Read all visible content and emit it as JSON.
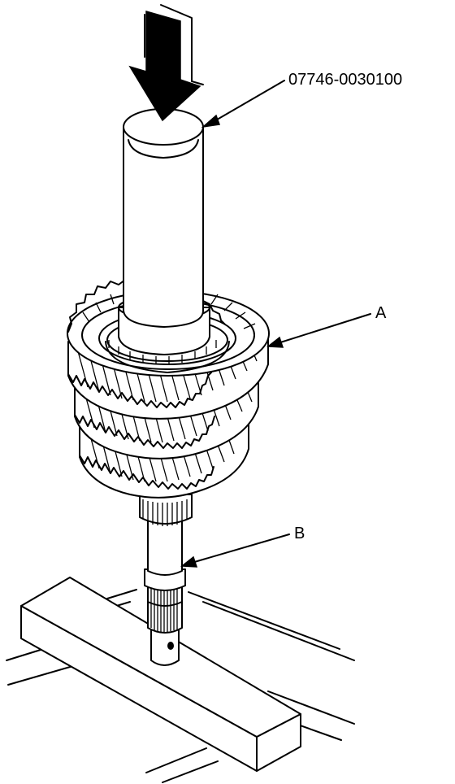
{
  "labels": {
    "tool": "07746-0030100",
    "part_a": "A",
    "part_b": "B"
  },
  "icons": {
    "press_arrow": "press-force-arrow-icon"
  }
}
